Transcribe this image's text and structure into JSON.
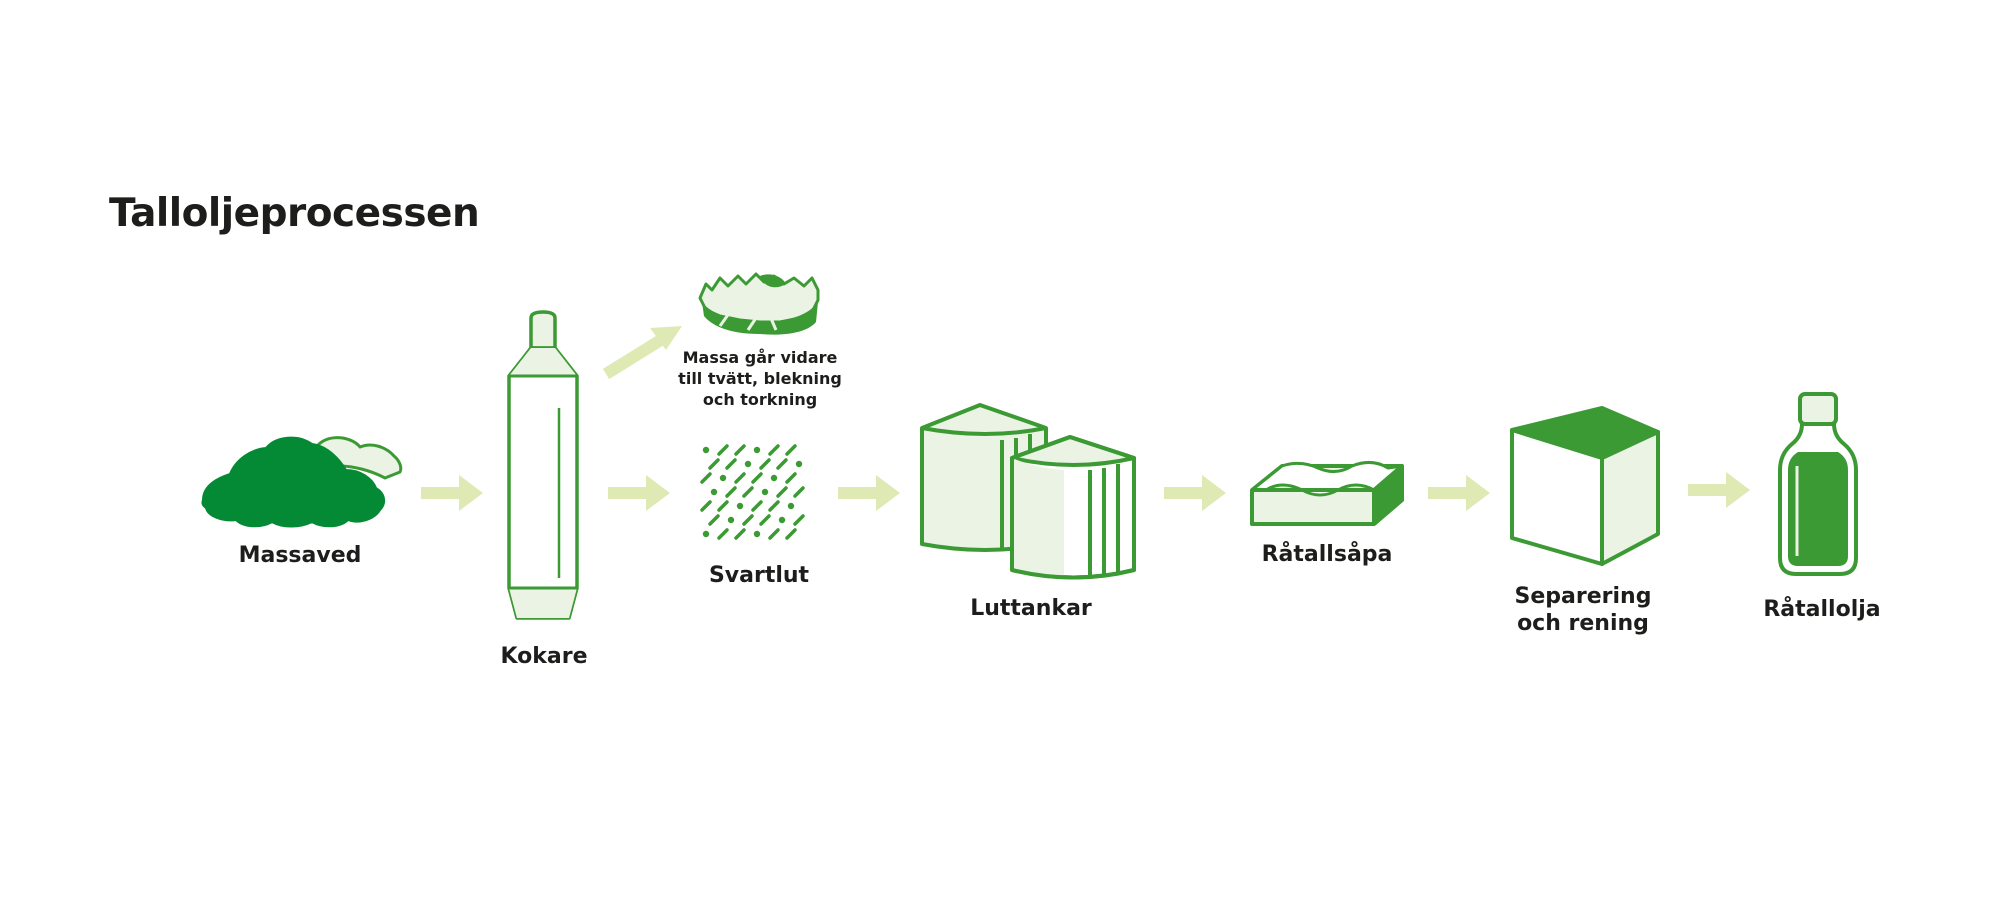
{
  "title": "Talloljeprocessen",
  "colors": {
    "green": "#3c9a34",
    "dark_green": "#048a35",
    "light_green": "#eaf3e4",
    "arrow": "#dfe9b4",
    "text": "#1d1d1b"
  },
  "nodes": {
    "massaved": {
      "label": "Massaved",
      "icon": "wood-pile-icon"
    },
    "kokare": {
      "label": "Kokare",
      "icon": "digester-icon"
    },
    "massa": {
      "label_lines": [
        "Massa går vidare",
        "till tvätt, blekning",
        "och torkning"
      ],
      "icon": "pulp-icon"
    },
    "svartlut": {
      "label": "Svartlut",
      "icon": "particles-icon"
    },
    "luttankar": {
      "label": "Luttankar",
      "icon": "tanks-icon"
    },
    "ratallsapa": {
      "label": "Råtallsåpa",
      "icon": "soap-tray-icon"
    },
    "separering": {
      "label_lines": [
        "Separering",
        "och rening"
      ],
      "icon": "cube-icon"
    },
    "ratallolja": {
      "label": "Råtallolja",
      "icon": "bottle-icon"
    }
  },
  "flow_arrows": 7
}
